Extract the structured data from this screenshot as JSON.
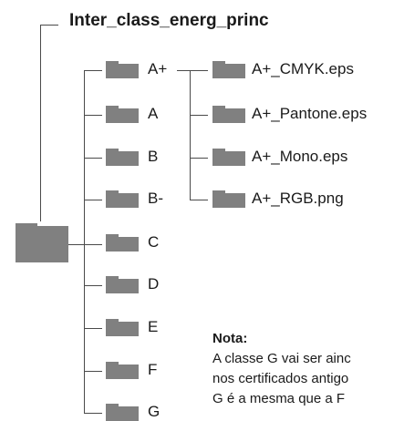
{
  "tree": {
    "root_title": "Inter_class_energ_princ",
    "classes": [
      "A+",
      "A",
      "B",
      "B-",
      "C",
      "D",
      "E",
      "F",
      "G"
    ],
    "files": [
      "A+_CMYK.eps",
      "A+_Pantone.eps",
      "A+_Mono.eps",
      "A+_RGB.png"
    ]
  },
  "note": {
    "title": "Nota:",
    "lines": [
      "A classe G vai ser ainc",
      "nos certificados antigo",
      "G é a mesma que a F"
    ]
  },
  "colors": {
    "folder": "#808080",
    "line": "#4a4a4a",
    "text": "#1a1a1a"
  }
}
